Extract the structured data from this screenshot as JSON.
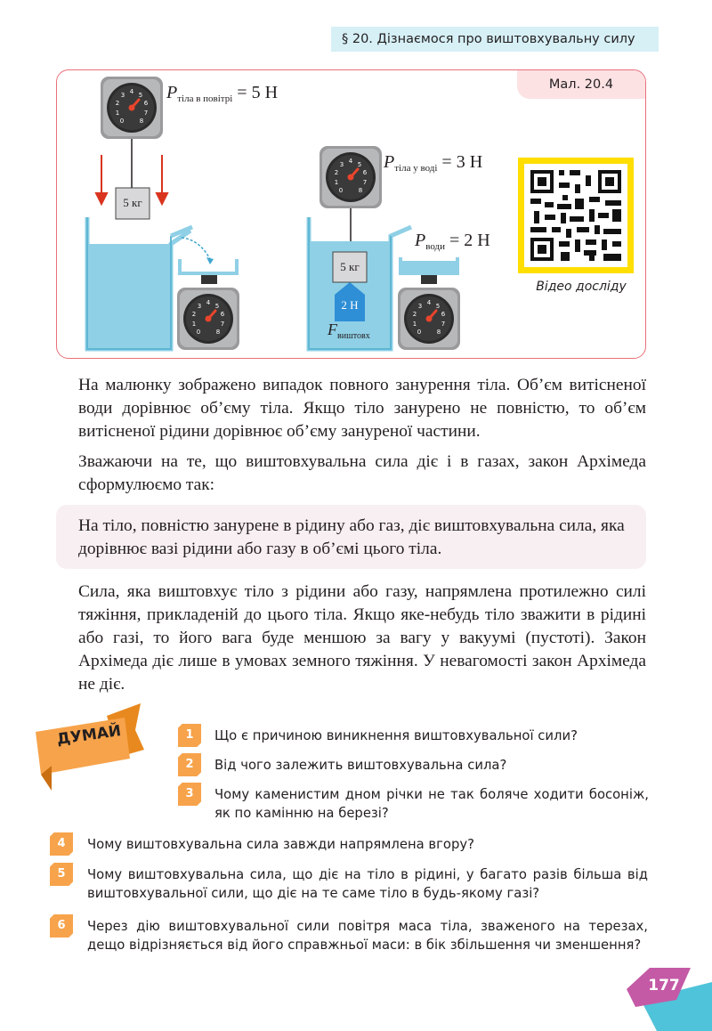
{
  "header": {
    "section": "§ 20. Дізнаємося про виштовхувальну силу"
  },
  "figure": {
    "tag": "Мал. 20.4",
    "qr_caption": "Відео досліду",
    "label_air_P": "P",
    "label_air_sub": "тіла в повітрі",
    "label_air_val": "= 5 Н",
    "label_water_P": "P",
    "label_water_sub": "тіла у воді",
    "label_water_val": "= 3 Н",
    "label_fluid_P": "P",
    "label_fluid_sub": "води",
    "label_fluid_val": "= 2 Н",
    "mass_left": "5 кг",
    "mass_right": "5 кг",
    "force_val": "2 Н",
    "force_F": "F",
    "force_sub": "виштовх"
  },
  "text": {
    "p1": "На малюнку зображено випадок повного занурення тіла. Об’єм витісненої води дорівнює об’єму тіла. Якщо тіло занурено не повністю, то об’єм витісненої рідини дорівнює об’єму зануреної частини.",
    "p2": "Зважаючи на те, що виштовхувальна сила діє і в газах, закон Архімеда сформулюємо так:",
    "law": "На тіло, повністю занурене в рідину або газ, діє виштовхувальна сила, яка дорівнює вазі рідини або газу в об’ємі цього тіла.",
    "p3": "Сила, яка виштовхує тіло з рідини або газу, напрямлена протилежно силі тяжіння, прикладеній до цього тіла. Якщо яке-небудь тіло зважити в рідині або газі, то його вага буде меншою за вагу у вакуумі (пустоті). Закон Архімеда діє лише в умовах земного тяжіння. У невагомості закон Архімеда не діє."
  },
  "think": {
    "badge": "ДУМАЙ",
    "questions": [
      {
        "n": "1",
        "text": "Що є причиною виникнення виштовхувальної сили?"
      },
      {
        "n": "2",
        "text": "Від чого залежить виштовхувальна сила?"
      },
      {
        "n": "3",
        "text": "Чому каменистим дном річки не так боляче ходити босоніж, як по камінню на березі?"
      },
      {
        "n": "4",
        "text": "Чому виштовхувальна сила завжди напрямлена вгору?"
      },
      {
        "n": "5",
        "text": "Чому виштовхувальна сила, що діє на тіло в рідині, у багато разів більша від виштовхувальної сили, що діє на те саме тіло в будь-якому газі?"
      },
      {
        "n": "6",
        "text": "Через дію виштовхувальної сили повітря маса тіла, зваженого на терезах, дещо відрізняється від його справжньої маси: в бік збільшення чи зменшення?"
      }
    ]
  },
  "page_number": "177",
  "colors": {
    "accent": "#f7a34b",
    "figure_border": "#e8707a",
    "water": "#8fd0e6",
    "page_tab": "#c45aa6",
    "page_band": "#4fc3d9"
  }
}
